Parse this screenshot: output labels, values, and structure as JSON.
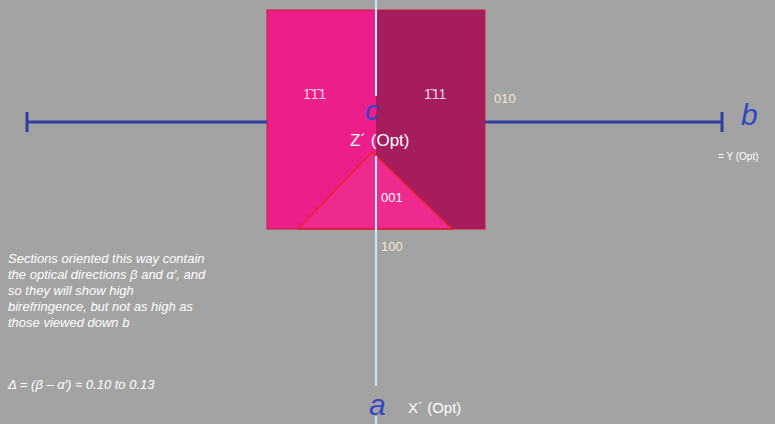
{
  "diagram": {
    "labels": [
      "1̄1̄1",
      "1̄11",
      "010",
      "c",
      "Z´ (Opt)",
      "001",
      "100",
      "b",
      "= Y (Opt)",
      "a",
      "X´ (Opt)",
      "Sections oriented this way contain the optical directions β and α′, and so they will show high birefringence, but not as high as those viewed down b",
      "Δ = (β – α′) ≈ 0.10 to 0.13"
    ]
  }
}
